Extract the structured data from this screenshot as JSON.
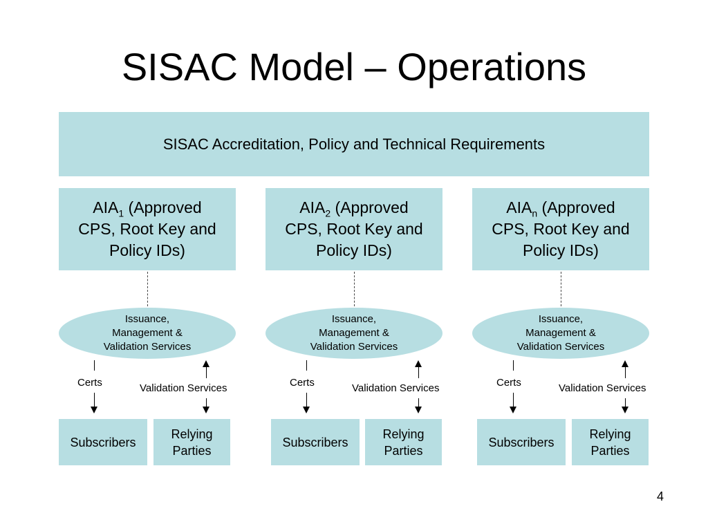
{
  "title": "SISAC Model – Operations",
  "top_box": "SISAC Accreditation, Policy and Technical Requirements",
  "columns": [
    {
      "aia": {
        "prefix": "AIA",
        "sub": "1",
        "line1_rest": " (Approved",
        "line2": "CPS, Root Key and",
        "line3": "Policy IDs)"
      },
      "services": {
        "line1": "Issuance,",
        "line2": "Management &",
        "line3": "Validation Services"
      },
      "certs_label": "Certs",
      "validation_label": "Validation Services",
      "subscribers": "Subscribers",
      "relying": {
        "line1": "Relying",
        "line2": "Parties"
      }
    },
    {
      "aia": {
        "prefix": "AIA",
        "sub": "2",
        "line1_rest": " (Approved",
        "line2": "CPS, Root Key and",
        "line3": "Policy IDs)"
      },
      "services": {
        "line1": "Issuance,",
        "line2": "Management &",
        "line3": "Validation Services"
      },
      "certs_label": "Certs",
      "validation_label": "Validation Services",
      "subscribers": "Subscribers",
      "relying": {
        "line1": "Relying",
        "line2": "Parties"
      }
    },
    {
      "aia": {
        "prefix": "AIA",
        "sub": "n",
        "line1_rest": " (Approved",
        "line2": "CPS, Root Key and",
        "line3": "Policy IDs)"
      },
      "services": {
        "line1": "Issuance,",
        "line2": "Management &",
        "line3": "Validation Services"
      },
      "certs_label": "Certs",
      "validation_label": "Validation Services",
      "subscribers": "Subscribers",
      "relying": {
        "line1": "Relying",
        "line2": "Parties"
      }
    }
  ],
  "page_number": "4",
  "colors": {
    "box_fill": "#b7dee2"
  }
}
